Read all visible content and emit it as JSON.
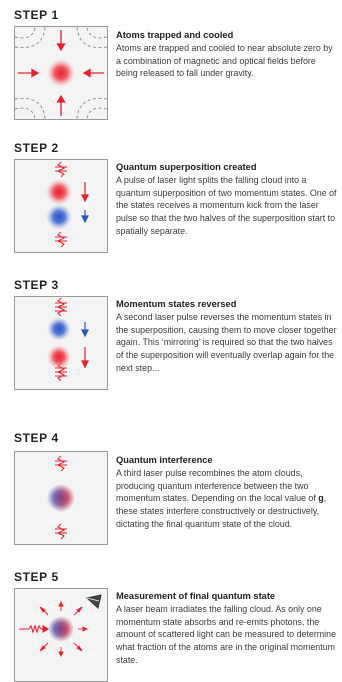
{
  "steps": [
    {
      "label": "STEP 1",
      "title": "Atoms trapped and cooled",
      "text": "Atoms are trapped and cooled to near absolute zero by a combination of magnetic and optical fields before being released to fall under gravity."
    },
    {
      "label": "STEP 2",
      "title": "Quantum superposition created",
      "text": "A pulse of laser light splits the falling cloud into a quantum superposition of two momentum states. One of the states receives a momentum kick from the laser pulse so that the two halves of the superposition start to spatially separate."
    },
    {
      "label": "STEP 3",
      "title": "Momentum states reversed",
      "text": "A second laser pulse reverses the momentum states in the superposition, causing them to move closer together again. This ‘mirroring’ is required so that the two halves of the superposition will eventually overlap again for the next step..."
    },
    {
      "label": "STEP 4",
      "title": "Quantum interference",
      "text_before": "A third laser pulse recombines the atom clouds, producing quantum interference between the two momentum states. Depending on the local value of ",
      "text_bold": "g",
      "text_after": ", these states interfere constructively or destructively, dictating the final quantum state of the cloud."
    },
    {
      "label": "STEP 5",
      "title": "Measurement of final quantum state",
      "text": "A laser beam irradiates the falling cloud. As only one momentum state absorbs and re-emits photons, the amount of scattered light can be measured to determine what fraction of the atoms are in the original momentum state."
    }
  ],
  "colors": {
    "red_cloud": "#e8212e",
    "blue_cloud": "#2a55c8",
    "box_border": "#9a9a9a",
    "box_bg": "#f4f4f4",
    "dashed_field": "#8a8a8a"
  },
  "icons": [
    "laser-pulse-icon",
    "arrow-down-icon",
    "detector-icon"
  ]
}
